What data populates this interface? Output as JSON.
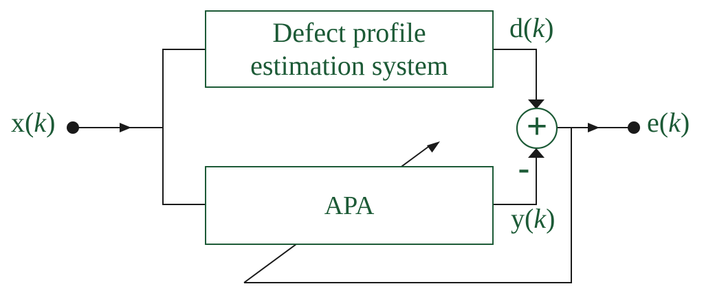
{
  "diagram": {
    "blocks": {
      "defect_profile": {
        "line1": "Defect profile",
        "line2": "estimation system"
      },
      "apa": {
        "label": "APA"
      }
    },
    "summing_junction": {
      "plus_sign": "+",
      "minus_sign": "-"
    },
    "signals": {
      "input": {
        "pre": "x(",
        "variable": "k",
        "post": ")"
      },
      "desired": {
        "pre": "d(",
        "variable": "k",
        "post": ")"
      },
      "output": {
        "pre": "y(",
        "variable": "k",
        "post": ")"
      },
      "error": {
        "pre": "e(",
        "variable": "k",
        "post": ")"
      }
    },
    "colors": {
      "text_green": "#1c5a36",
      "line_black": "#1a1a1a",
      "background": "#ffffff"
    }
  }
}
